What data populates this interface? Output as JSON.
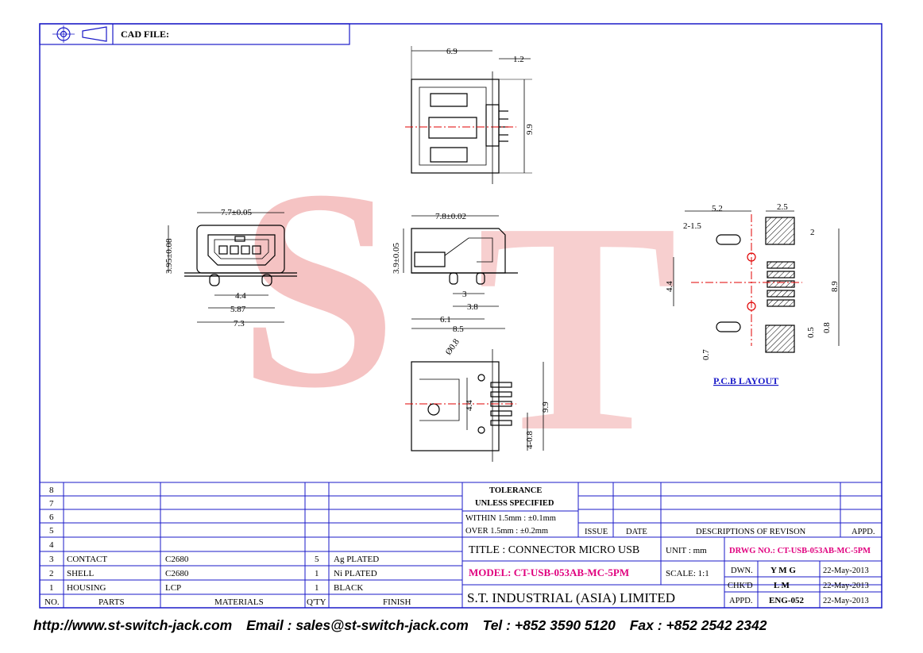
{
  "header": {
    "cad_file_label": "CAD FILE:"
  },
  "watermark": {
    "text_left": "S",
    "text_right": "T"
  },
  "dimensions": {
    "top_view": {
      "width": "6.9",
      "tab": "1.2",
      "height": "9.9"
    },
    "front_view": {
      "opening_width": "7.7±0.05",
      "opening_height": "3.95±0.08",
      "pin_pitch": "4.4",
      "peg_span": "5.87",
      "overall": "7.3"
    },
    "side_view": {
      "body_length": "7.8±0.02",
      "body_height": "3.9±0.05",
      "d3": "3",
      "d38": "3.8",
      "d61": "6.1",
      "d85": "8.5"
    },
    "bottom_view": {
      "hole_dia": "Ø0.8",
      "pitch": "4.4",
      "height": "9.9",
      "pad": "4-0.8"
    },
    "pcb": {
      "d52": "5.2",
      "slot": "2-1.5",
      "d25": "2.5",
      "d2": "2",
      "d44": "4.4",
      "d89": "8.9",
      "d07": "0.7",
      "d05": "0.5",
      "d08": "0.8",
      "title": "P.C.B LAYOUT"
    }
  },
  "bom": {
    "rows": [
      {
        "no": "8",
        "part": "",
        "material": "",
        "qty": "",
        "finish": ""
      },
      {
        "no": "7",
        "part": "",
        "material": "",
        "qty": "",
        "finish": ""
      },
      {
        "no": "6",
        "part": "",
        "material": "",
        "qty": "",
        "finish": ""
      },
      {
        "no": "5",
        "part": "",
        "material": "",
        "qty": "",
        "finish": ""
      },
      {
        "no": "4",
        "part": "",
        "material": "",
        "qty": "",
        "finish": ""
      },
      {
        "no": "3",
        "part": "CONTACT",
        "material": "C2680",
        "qty": "5",
        "finish": "Ag PLATED"
      },
      {
        "no": "2",
        "part": "SHELL",
        "material": "C2680",
        "qty": "1",
        "finish": "Ni PLATED"
      },
      {
        "no": "1",
        "part": "HOUSING",
        "material": "LCP",
        "qty": "1",
        "finish": "BLACK"
      }
    ],
    "headers": {
      "no": "NO.",
      "parts": "PARTS",
      "materials": "MATERIALS",
      "qty": "Q'TY",
      "finish": "FINISH"
    }
  },
  "title_block": {
    "tolerance_1": "TOLERANCE",
    "tolerance_2": "UNLESS   SPECIFIED",
    "within": "WITHIN  1.5mm : ±0.1mm",
    "over": "OVER   1.5mm : ±0.2mm",
    "issue": "ISSUE",
    "date": "DATE",
    "descriptions": "DESCRIPTIONS  OF  REVISON",
    "appd": "APPD.",
    "title": "TITLE : CONNECTOR  MICRO  USB",
    "unit": "UNIT :   mm",
    "drwg_no": "DRWG NO.: CT-USB-053AB-MC-5PM",
    "model": "MODEL: CT-USB-053AB-MC-5PM",
    "scale": "SCALE:   1:1",
    "dwn_label": "DWN.",
    "dwn_name": "Y M G",
    "dwn_date": "22-May-2013",
    "chkd_label": "CHK'D",
    "chkd_name": "L M",
    "chkd_date": "22-May-2013",
    "appd_label": "APPD.",
    "appd_name": "ENG-052",
    "appd_date": "22-May-2013",
    "company": "S.T.  INDUSTRIAL  (ASIA)  LIMITED"
  },
  "footer": {
    "url": "http://www.st-switch-jack.com",
    "email": "Email : sales@st-switch-jack.com",
    "tel": "Tel : +852 3590 5120",
    "fax": "Fax : +852 2542 2342"
  },
  "colors": {
    "frame": "#1a1ac8",
    "magenta": "#e0007e",
    "watermark": "#f0a8a8",
    "centerline": "#e00000",
    "ink": "#000000"
  }
}
